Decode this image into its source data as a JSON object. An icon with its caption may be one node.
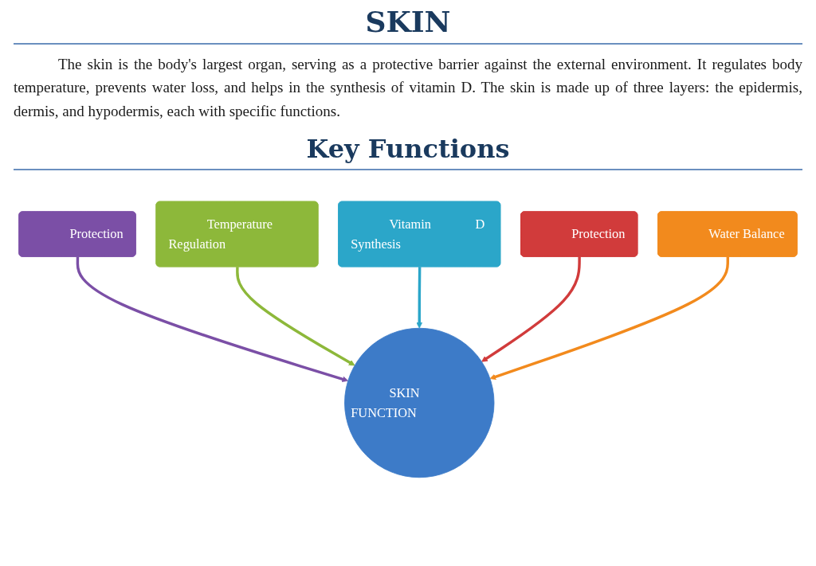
{
  "diagram": {
    "title": "SKIN",
    "nodes": [
      {
        "text": [
          "Protection"
        ]
      },
      {
        "text": [
          "Temperature Regulation"
        ]
      },
      {
        "text": [
          "Vitamin D Synthesis"
        ]
      },
      {
        "text": [
          "Protection"
        ]
      },
      {
        "text": [
          "SKIN FUNCTION"
        ]
      },
      {
        "text": [
          "Water Balance"
        ]
      }
    ],
    "edges": [
      {
        "from": 0,
        "to": 4,
        "arrow": "to",
        "color": "#7b4fa6"
      },
      {
        "from": 1,
        "to": 4,
        "arrow": "to",
        "color": "#8db83a"
      },
      {
        "from": 2,
        "to": 4,
        "arrow": "to",
        "color": "#2ba6c9"
      },
      {
        "from": 3,
        "to": 4,
        "arrow": "to",
        "color": "#d13b3b"
      },
      {
        "from": 5,
        "to": 4,
        "arrow": "to",
        "color": "#f28a1d"
      }
    ],
    "labels": [
      "The skin is the body's largest organ, serving as a protective barrier against the external environment. It regulates body temperature, prevents water loss, and helps in the synthesis of vitamin D. The skin is made up of three layers: the epidermis, dermis, and hypodermis, each with specific functions.",
      "Key Functions"
    ]
  }
}
